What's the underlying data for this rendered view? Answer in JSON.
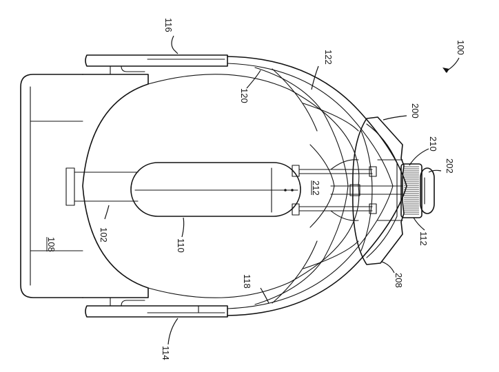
{
  "figure": {
    "reference_numerals": {
      "r100": "100",
      "r102": "102",
      "r108": "108",
      "r110": "110",
      "r112": "112",
      "r114": "114",
      "r116": "116",
      "r118": "118",
      "r120": "120",
      "r122": "122",
      "r200": "200",
      "r202": "202",
      "r208": "208",
      "r210": "210",
      "r212": "212"
    },
    "underlined_numerals": [
      "108",
      "212"
    ]
  }
}
